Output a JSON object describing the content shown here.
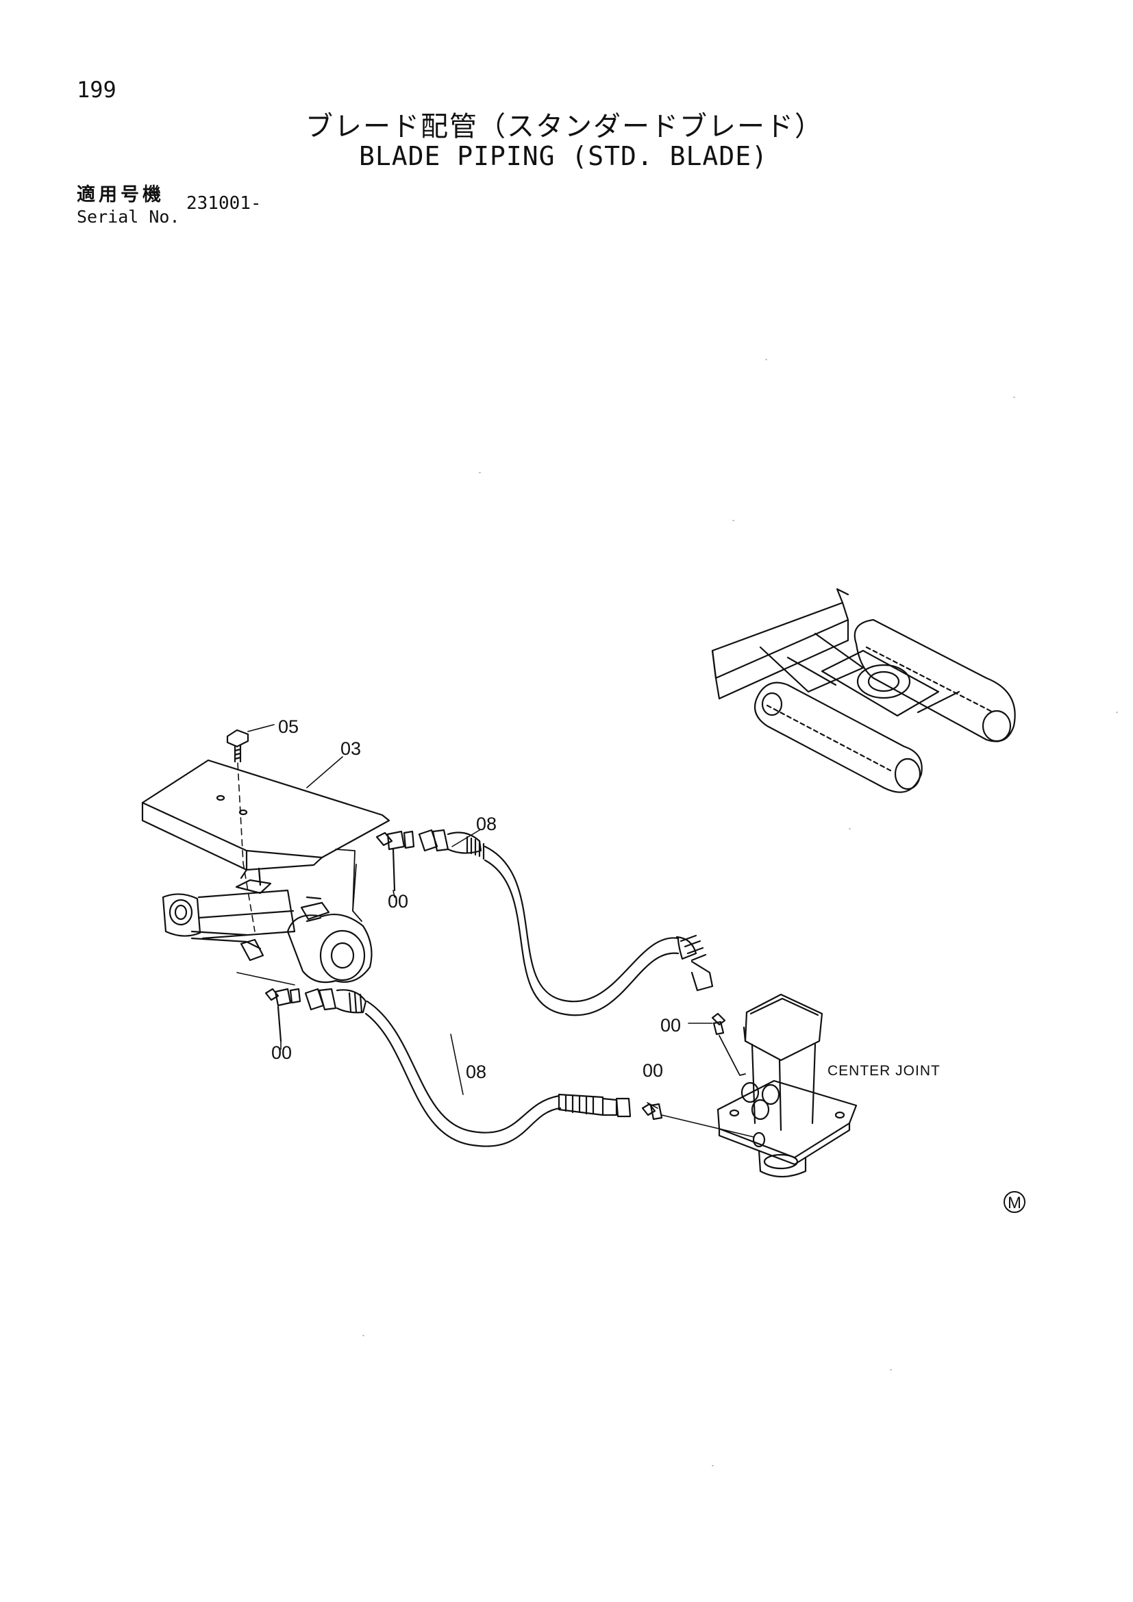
{
  "page_number": "199",
  "title_jp": "ブレード配管（スタンダードブレード）",
  "title_en": "BLADE PIPING (STD. BLADE)",
  "serial": {
    "label_jp": "適用号機",
    "label_en": "Serial No.",
    "value": "231001-"
  },
  "callouts": {
    "bolt": "05",
    "cover": "03",
    "hose_upper": "08",
    "fitting_upper_left": "00",
    "fitting_lower_left": "00",
    "fitting_joint_upper": "00",
    "hose_lower": "08",
    "fitting_joint_lower": "00"
  },
  "center_joint_label": "CENTER JOINT",
  "mark": "M"
}
